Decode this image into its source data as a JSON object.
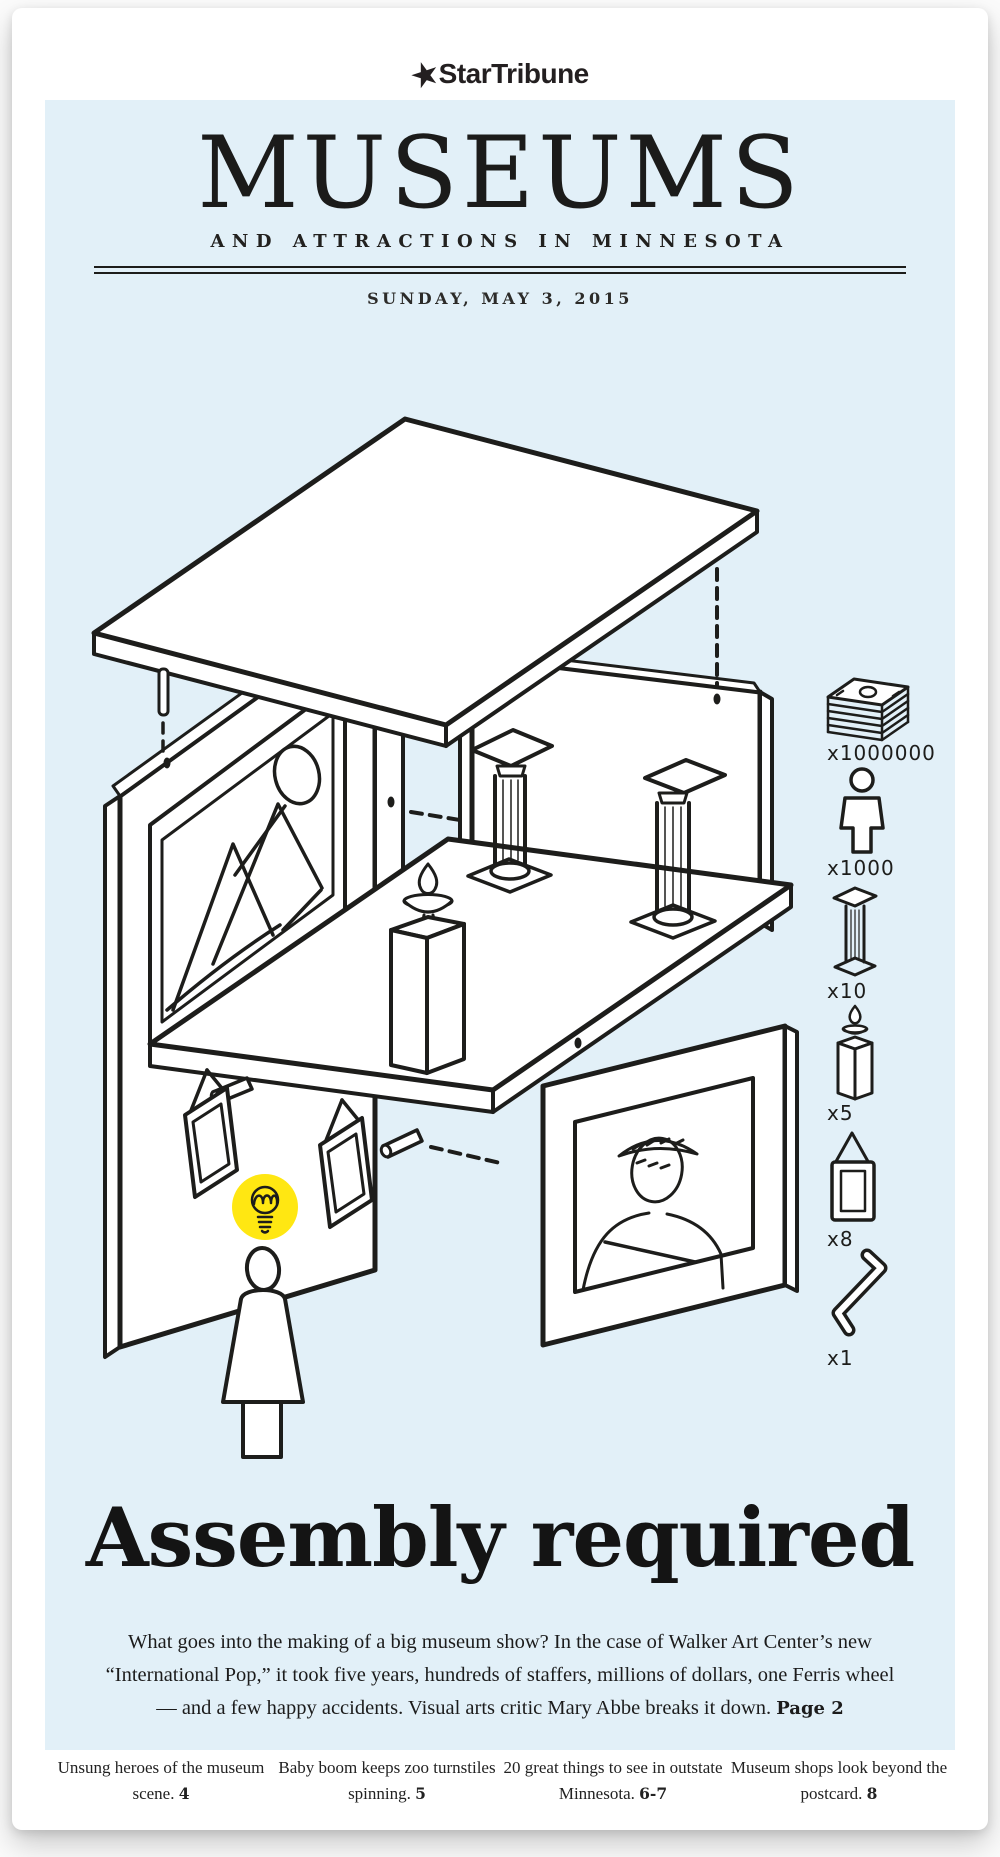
{
  "brand": {
    "star": "★",
    "logo_text": "StarTribune"
  },
  "masthead": {
    "title": "MUSEUMS",
    "subtitle": "AND ATTRACTIONS IN MINNESOTA",
    "date_line": "SUNDAY, MAY 3, 2015"
  },
  "story": {
    "headline": "Assembly required",
    "deck": "What goes into the making of a big museum show? In the case of Walker Art Center’s new “International Pop,” it took five years, hundreds of staffers, millions of dollars, one Ferris wheel — and a few happy accidents. Visual arts critic Mary Abbe breaks it down. ",
    "page_ref": "Page 2"
  },
  "legend": {
    "items": [
      {
        "icon": "money-stack-icon",
        "label": "x1000000"
      },
      {
        "icon": "visitor-icon",
        "label": "x1000"
      },
      {
        "icon": "column-icon",
        "label": "x10"
      },
      {
        "icon": "pedestal-icon",
        "label": "x5"
      },
      {
        "icon": "frame-icon",
        "label": "x8"
      },
      {
        "icon": "allen-key-icon",
        "label": "x1"
      }
    ]
  },
  "teasers": [
    {
      "text": "Unsung heroes of the museum scene. ",
      "page": "4"
    },
    {
      "text": "Baby boom keeps zoo turnstiles spinning. ",
      "page": "5"
    },
    {
      "text": "20 great things to see in outstate Minnesota. ",
      "page": "6-7"
    },
    {
      "text": "Museum shops look beyond the postcard. ",
      "page": "8"
    }
  ],
  "colors": {
    "panel_blue": "#e2f0f8",
    "ink": "#1d1d1b",
    "accent_yellow": "#ffe712"
  }
}
